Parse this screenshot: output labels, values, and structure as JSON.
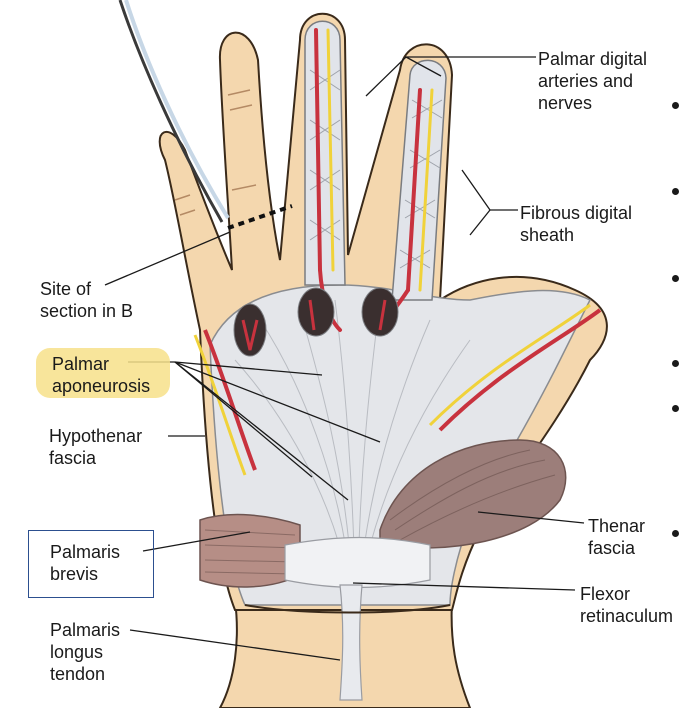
{
  "labels": {
    "palmar_digital": "Palmar digital\narteries and\nnerves",
    "fibrous_sheath": "Fibrous digital\nsheath",
    "site_section": "Site of\nsection in B",
    "palmar_aponeurosis": "Palmar\naponeurosis",
    "hypothenar_fascia": "Hypothenar\nfascia",
    "thenar_fascia": "Thenar\nfascia",
    "palmaris_brevis": "Palmaris\nbrevis",
    "flexor_retinaculum": "Flexor\nretinaculum",
    "palmaris_longus": "Palmaris\nlongus\ntendon"
  },
  "colors": {
    "skin": "#f4d7ae",
    "skin_outline": "#3a2a1a",
    "fascia": "#e4e6ea",
    "artery": "#c8323e",
    "nerve": "#f0d23a",
    "muscle": "#9c7e7a",
    "highlight": "#f7e08a",
    "box": "#2c4f8f"
  }
}
